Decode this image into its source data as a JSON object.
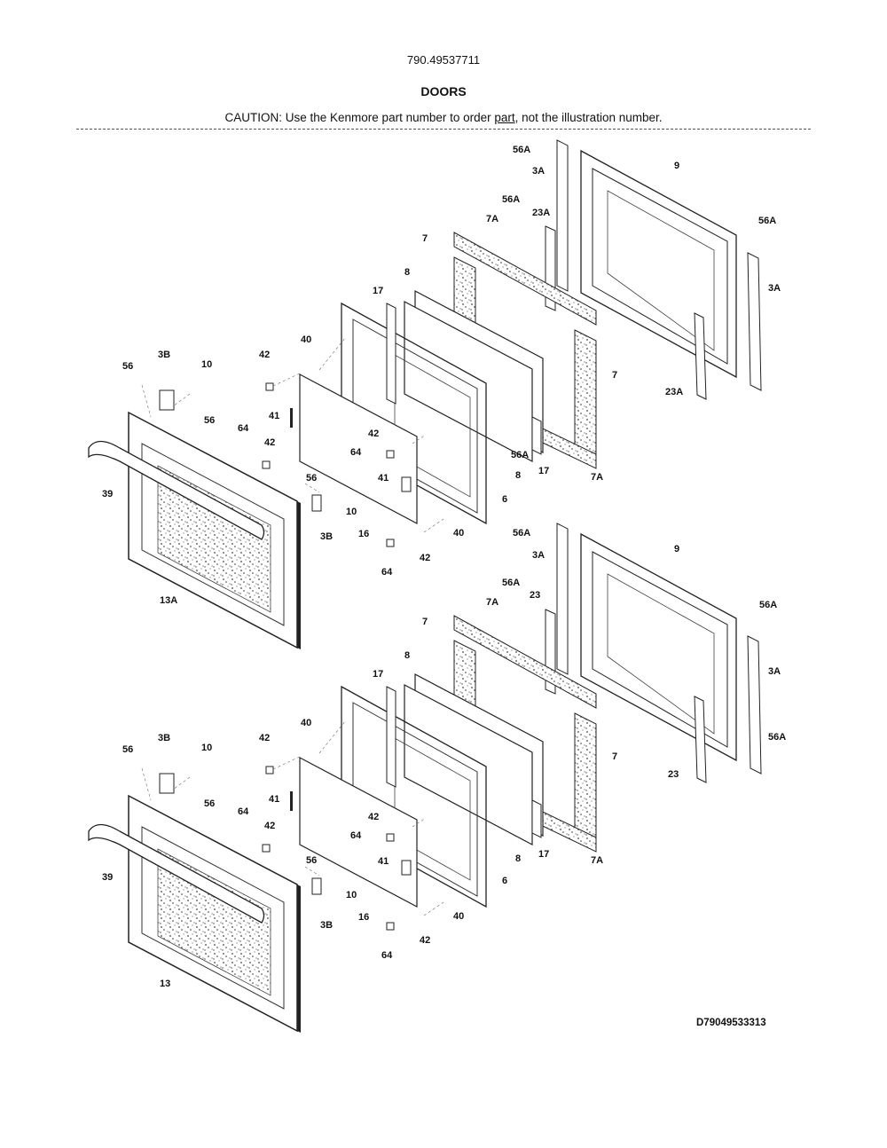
{
  "header": {
    "model_number": "790.49537711",
    "title": "DOORS",
    "caution_prefix": "CAUTION: Use the Kenmore part number to order ",
    "caution_underlined": "part",
    "caution_suffix": ", not the illustration number."
  },
  "footer": {
    "drawing_id": "D79049533313"
  },
  "upper_door_labels": [
    "56A",
    "3A",
    "9",
    "56A",
    "23A",
    "7A",
    "7",
    "56A",
    "3A",
    "8",
    "17",
    "56A",
    "7",
    "23A",
    "40",
    "42",
    "3B",
    "10",
    "56",
    "56",
    "64",
    "41",
    "42",
    "42",
    "64",
    "41",
    "39",
    "56",
    "10",
    "8",
    "17",
    "7A",
    "6",
    "3B",
    "16",
    "40",
    "42",
    "64",
    "13A"
  ],
  "lower_door_labels": [
    "56A",
    "3A",
    "9",
    "56A",
    "23",
    "7A",
    "7",
    "56A",
    "3A",
    "8",
    "17",
    "40",
    "7",
    "42",
    "3B",
    "10",
    "56",
    "23",
    "56A",
    "41",
    "56",
    "64",
    "42",
    "42",
    "64",
    "41",
    "39",
    "56",
    "10",
    "8",
    "17",
    "7A",
    "6",
    "40",
    "3B",
    "16",
    "42",
    "64",
    "13"
  ]
}
